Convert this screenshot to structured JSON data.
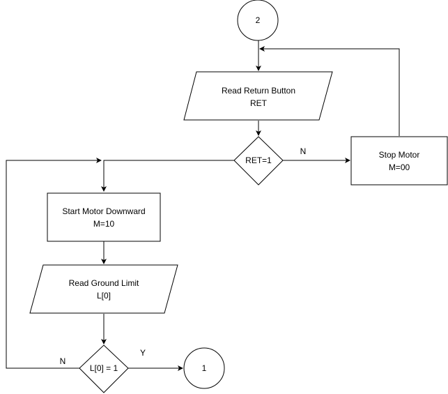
{
  "connector_top": "2",
  "connector_bottom": "1",
  "read_return": {
    "line1": "Read Return Button",
    "line2": "RET"
  },
  "decision_ret": "RET=1",
  "stop_motor": {
    "line1": "Stop Motor",
    "line2": "M=00"
  },
  "start_motor": {
    "line1": "Start Motor Downward",
    "line2": "M=10"
  },
  "read_ground": {
    "line1": "Read Ground Limit",
    "line2": "L[0]"
  },
  "decision_limit": "L[0] = 1",
  "labels": {
    "ret_no": "N",
    "limit_no": "N",
    "limit_yes": "Y"
  }
}
